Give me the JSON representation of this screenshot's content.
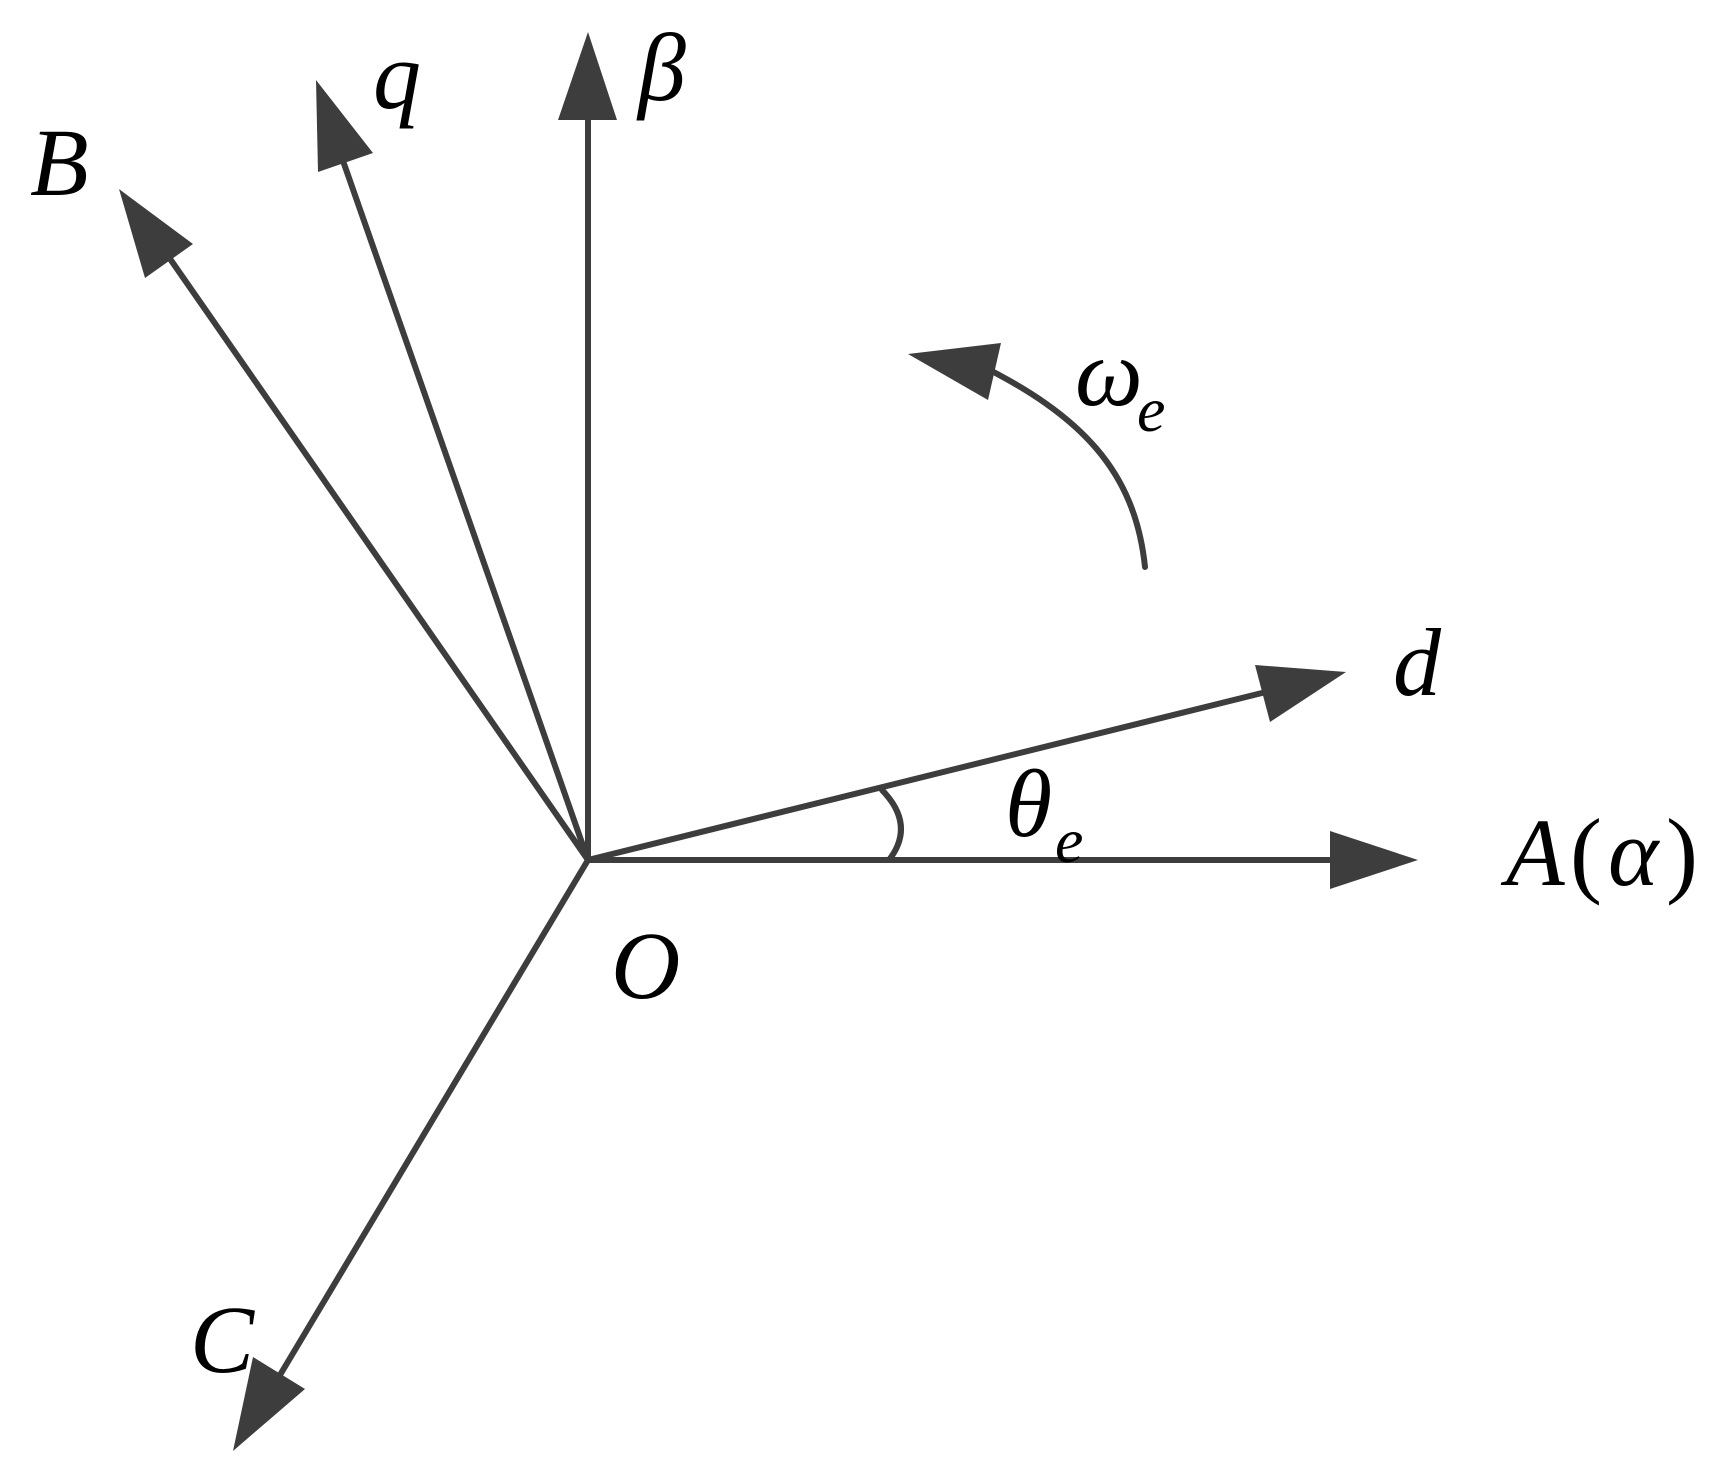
{
  "colors": {
    "stroke": "#3d3d3d",
    "text": "#000000",
    "background": "#ffffff"
  },
  "labels": {
    "origin": "O",
    "axis_a": "A",
    "axis_a_paren_open": "(",
    "axis_a_alpha": "α",
    "axis_a_paren_close": ")",
    "axis_b": "B",
    "axis_c": "C",
    "axis_beta": "β",
    "axis_q": "q",
    "axis_d": "d",
    "angle_theta": "θ",
    "angle_theta_sub": "e",
    "speed_omega": "ω",
    "speed_omega_sub": "e"
  }
}
